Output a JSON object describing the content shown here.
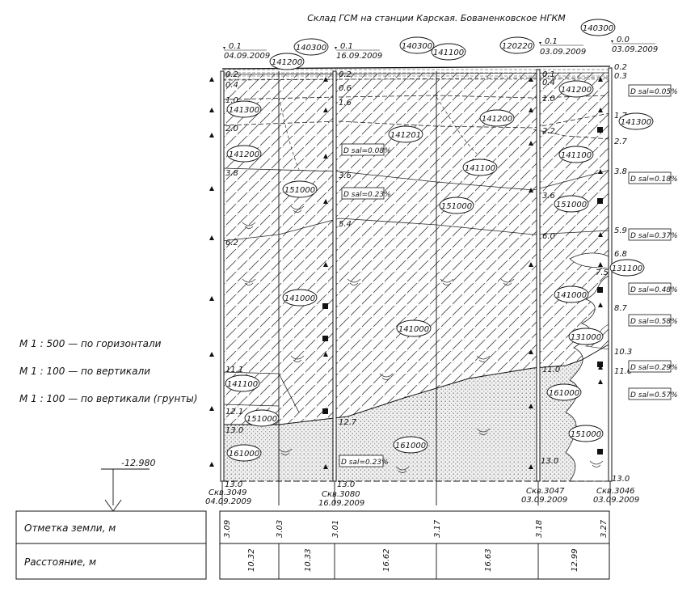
{
  "title": "Склад ГСМ на станции Карская. Бованенковское НГКМ",
  "scales": [
    "М 1 : 500 — по горизонтали",
    "М 1 : 100 — по вертикали",
    "М 1 : 100 — по вертикали (грунты)"
  ],
  "reference_mark": "-12.980",
  "table": {
    "row_ground": "Отметка земли, м",
    "row_distance": "Расстояние, м",
    "elevations": [
      "3.09",
      "3.03",
      "3.01",
      "3.17",
      "3.18",
      "3.27"
    ],
    "distances": [
      "10.32",
      "10.33",
      "16.62",
      "16.63",
      "12.99"
    ]
  },
  "wells": [
    {
      "name": "Скв.3049",
      "date": "04.09.2009",
      "head_depth": "0.1",
      "head_date": "04.09.2009",
      "bottom": "13.0"
    },
    {
      "name": "Скв.3080",
      "date": "16.09.2009",
      "head_depth": "0.1",
      "head_date": "16.09.2009",
      "bottom": "13.0"
    },
    {
      "name": "Скв.3047",
      "date": "03.09.2009",
      "head_depth": "0.1",
      "head_date": "03.09.2009",
      "bottom": "13.0"
    },
    {
      "name": "Скв.3046",
      "date": "03.09.2009",
      "head_depth": "0.0",
      "head_date": "03.09.2009",
      "bottom": "13.0"
    }
  ],
  "soil_codes": {
    "c140300a": "140300",
    "c140300b": "140300",
    "c140300c": "140300",
    "c141200a": "141200",
    "c141200b": "141200",
    "c141200c": "141200",
    "c141200d": "141200",
    "c141100a": "141100",
    "c141100b": "141100",
    "c141100c": "141100",
    "c141100d": "141100",
    "c120220": "120220",
    "c141300a": "141300",
    "c141300b": "141300",
    "c141201": "141201",
    "c151000a": "151000",
    "c151000b": "151000",
    "c151000c": "151000",
    "c151000d": "151000",
    "c151000e": "151000",
    "c141000a": "141000",
    "c141000b": "141000",
    "c141000c": "141000",
    "c131100": "131100",
    "c131000": "131000",
    "c161000a": "161000",
    "c161000b": "161000",
    "c161000c": "161000"
  },
  "salinity": {
    "s1": "D sal=0.05%",
    "s2": "D sal=0.08%",
    "s3": "D sal=0.23%",
    "s4": "D sal=0.18%",
    "s5": "D sal=0.37%",
    "s6": "D sal=0.48%",
    "s7": "D sal=0.58%",
    "s8": "D sal=0.29%",
    "s9": "D sal=0.57%",
    "s10": "D sal=0.23%"
  },
  "depths": {
    "w1": [
      "0.2",
      "0.4",
      "1.0",
      "2.0",
      "3.8",
      "6.2",
      "11.1",
      "12.1",
      "13.0"
    ],
    "w2": [
      "0.2",
      "0.6",
      "1.6",
      "3.6",
      "5.4",
      "12.7"
    ],
    "w3": [
      "0.1",
      "0.4",
      "1.0",
      "2.2",
      "3.6",
      "6.0",
      "11.0"
    ],
    "w4": [
      "0.2",
      "0.3",
      "1.7",
      "2.7",
      "3.8",
      "5.9",
      "6.8",
      "7.5",
      "8.7",
      "10.3",
      "11.0"
    ]
  }
}
